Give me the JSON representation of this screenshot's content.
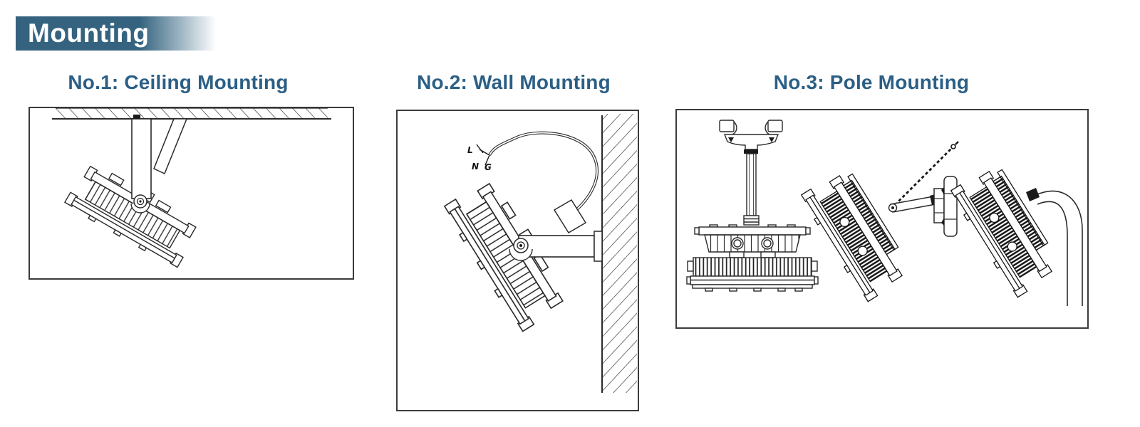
{
  "header": {
    "title": "Mounting"
  },
  "sections": [
    {
      "number": "No.1",
      "title": "No.1: Ceiling Mounting",
      "type": "ceiling"
    },
    {
      "number": "No.2",
      "title": "No.2: Wall Mounting",
      "type": "wall",
      "wire_labels": {
        "live": "L",
        "neutral": "N",
        "ground": "G"
      }
    },
    {
      "number": "No.3",
      "title": "No.3: Pole Mounting",
      "type": "pole"
    }
  ],
  "colors": {
    "banner_blue": "#35637f",
    "title_blue": "#2b5f85",
    "line_ink": "#2a2a2a"
  }
}
